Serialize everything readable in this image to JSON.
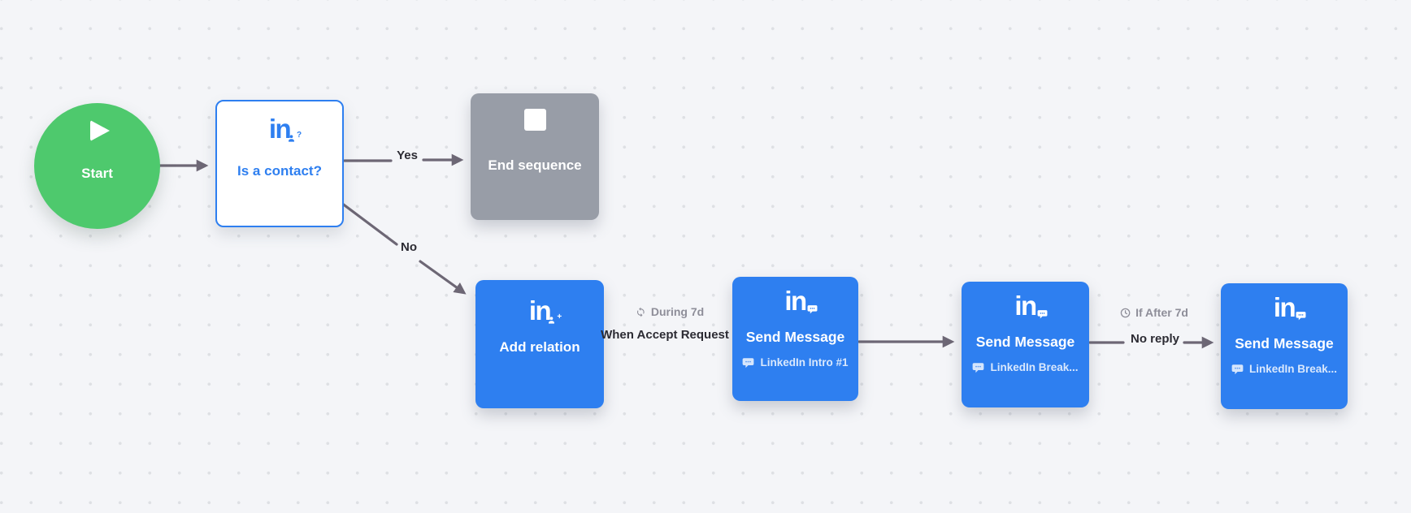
{
  "colors": {
    "accent_blue": "#2e7ff0",
    "start_green": "#4ec96d",
    "end_gray": "#989da7",
    "arrow": "#6d6775",
    "background": "#f4f5f8",
    "grid_dot": "#dee0e4"
  },
  "logo_text": "in",
  "badges": {
    "question": "?",
    "plus": "+"
  },
  "nodes": {
    "start": {
      "label": "Start"
    },
    "is_contact": {
      "label": "Is a contact?"
    },
    "end_sequence": {
      "label": "End sequence"
    },
    "add_relation": {
      "label": "Add relation"
    },
    "send_message_1": {
      "title": "Send Message",
      "subtitle": "LinkedIn Intro #1"
    },
    "send_message_2": {
      "title": "Send Message",
      "subtitle": "LinkedIn Break..."
    },
    "send_message_3": {
      "title": "Send Message",
      "subtitle": "LinkedIn Break..."
    }
  },
  "edge_labels": {
    "yes": "Yes",
    "no": "No",
    "during": "During 7d",
    "when_accept": "When Accept Request",
    "if_after": "If After 7d",
    "no_reply": "No reply"
  }
}
